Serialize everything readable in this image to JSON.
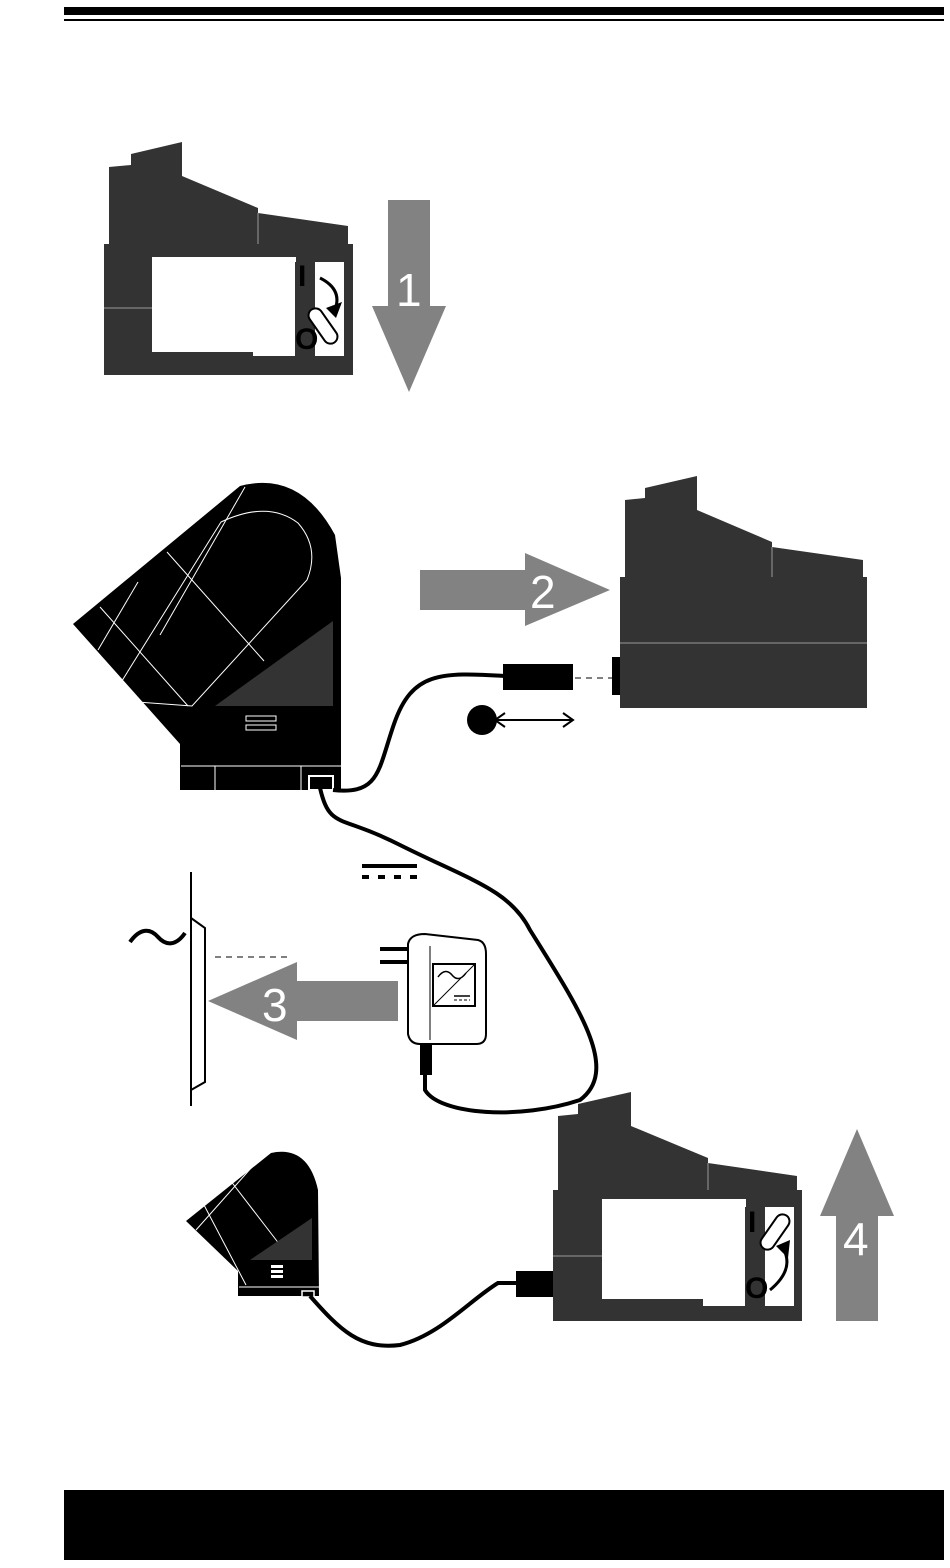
{
  "steps": [
    {
      "number": "1",
      "arrow_direction": "down"
    },
    {
      "number": "2",
      "arrow_direction": "right"
    },
    {
      "number": "3",
      "arrow_direction": "left"
    },
    {
      "number": "4",
      "arrow_direction": "up"
    }
  ],
  "switch_labels": {
    "on": "I",
    "off": "O"
  },
  "symbols": {
    "ac": "~"
  },
  "colors": {
    "device_body": "#333333",
    "camera_body": "#000000",
    "arrow_fill": "#828282",
    "rule": "#000000",
    "footer_bar": "#000000",
    "background": "#ffffff"
  },
  "icons": {
    "top_rule": "horizontal-rule",
    "dc_symbol": "dc-power-symbol",
    "ac_symbol": "ac-tilde-symbol",
    "footer": "footer-bar"
  }
}
